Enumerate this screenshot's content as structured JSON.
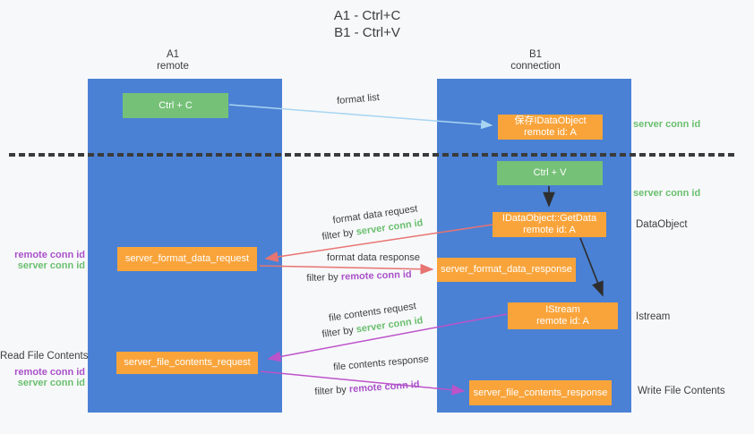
{
  "title": {
    "line1": "A1 - Ctrl+C",
    "line2": "B1 - Ctrl+V"
  },
  "columns": {
    "a1": {
      "name": "A1",
      "subtitle": "remote"
    },
    "b1": {
      "name": "B1",
      "subtitle": "connection"
    }
  },
  "nodes": {
    "ctrl_c": {
      "label": "Ctrl + C"
    },
    "ctrl_v": {
      "label": "Ctrl + V"
    },
    "save_idataobject": {
      "line1": "保存IDataObject",
      "line2": "remote id: A"
    },
    "getdata": {
      "line1": "IDataObject::GetData",
      "line2": "remote id: A"
    },
    "istream": {
      "line1": "IStream",
      "line2": "remote id: A"
    },
    "server_format_data_request": {
      "label": "server_format_data_request"
    },
    "server_format_data_response": {
      "label": "server_format_data_response"
    },
    "server_file_contents_request": {
      "label": "server_file_contents_request"
    },
    "server_file_contents_response": {
      "label": "server_file_contents_response"
    }
  },
  "arrow_labels": {
    "format_list": "format list",
    "format_data_request": "format data request",
    "format_data_response": "format data response",
    "file_contents_request": "file contents request",
    "file_contents_response": "file contents response",
    "filter_by": "filter by ",
    "server_conn_id": "server conn id",
    "remote_conn_id": "remote conn id"
  },
  "side_labels": {
    "left": {
      "remote_conn_id": "remote conn id",
      "server_conn_id": "server conn id",
      "read_file_contents": "Read File Contents"
    },
    "right": {
      "server_conn_id_top": "server conn id",
      "server_conn_id_mid": "server conn id",
      "dataobject": "DataObject",
      "istream": "Istream",
      "write_file_contents": "Write File Contents"
    }
  },
  "colors": {
    "column_blue": "#4a81d4",
    "node_green": "#75c178",
    "node_orange": "#f9a43b",
    "arrow_light_blue": "#a8d5f2",
    "arrow_salmon": "#e87472",
    "arrow_magenta": "#bd53c9",
    "arrow_black": "#2e2e2e",
    "text_green": "#6abf6e",
    "text_purple": "#a951c9",
    "text_dark": "#3d3d3d"
  }
}
